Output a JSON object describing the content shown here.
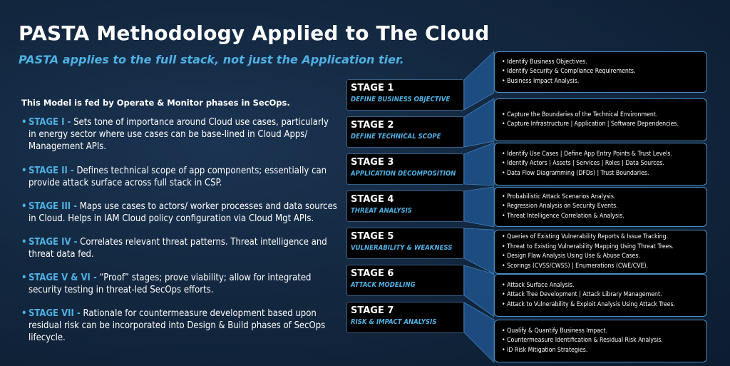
{
  "title": "PASTA Methodology Applied to The Cloud",
  "subtitle": "PASTA applies to the full stack, not just the Application tier.",
  "intro": "This Model is fed by Operate & Monitor phases in SecOps.",
  "bullets": [
    {
      "label": "STAGE I -",
      "text": " Sets tone of importance around Cloud use cases, particularly in energy sector where use cases can be base-lined in Cloud Apps/ Management APIs."
    },
    {
      "label": "STAGE II -",
      "text": " Defines technical scope of app components; essentially can provide attack surface across full stack in CSP."
    },
    {
      "label": "STAGE III -",
      "text": " Maps use cases to actors/ worker processes and data sources in Cloud.  Helps in IAM Cloud policy configuration via Cloud Mgt APIs."
    },
    {
      "label": "STAGE IV -",
      "text": " Correlates relevant threat patterns. Threat intelligence and threat data fed."
    },
    {
      "label": "STAGE V & VI -",
      "text": " “Proof” stages; prove viability; allow for integrated security testing in threat-led SecOps efforts."
    },
    {
      "label": "STAGE VII -",
      "text": " Rationale for countermeasure development based upon residual risk can be incorporated into Design & Build phases of SecOps lifecycle."
    }
  ],
  "stages": [
    {
      "label": "STAGE 1",
      "name": "DEFINE BUSINESS OBJECTIVE"
    },
    {
      "label": "STAGE 2",
      "name": "DEFINE TECHNICAL SCOPE"
    },
    {
      "label": "STAGE 3",
      "name": "APPLICATION DECOMPOSITION"
    },
    {
      "label": "STAGE 4",
      "name": "THREAT ANALYSIS"
    },
    {
      "label": "STAGE 5",
      "name": "VULNERABILITY & WEAKNESS"
    },
    {
      "label": "STAGE 6",
      "name": "ATTACK MODELING"
    },
    {
      "label": "STAGE 7",
      "name": "RISK & IMPACT ANALYSIS"
    }
  ],
  "details": [
    [
      "Identify Business Objectives.",
      "Identify Security & Compliance Requirements.",
      "Business Impact Analysis."
    ],
    [
      "Capture the Boundaries of the Technical Environment.",
      "Capture Infrastructure | Application | Software Dependencies."
    ],
    [
      "Identify Use Cases | Define App Entry Points & Trust Levels.",
      "Identify Actors | Assets | Services | Roles | Data Sources.",
      "Data Flow Diagramming (DFDs) | Trust Boundaries."
    ],
    [
      "Probabilistic Attack Scenarios Analysis.",
      "Regression Analysis on Security Events.",
      "Threat Intelligence Correlation & Analysis."
    ],
    [
      "Queries of Existing Vulnerability Reports & Issue Tracking.",
      "Threat to Existing Vulnerability Mapping Using Threat Trees.",
      "Design Flaw Analysis Using Use & Abuse Cases.",
      "Scorings (CVSS/CWSS) | Enumerations (CWE/CVE)."
    ],
    [
      "Attack Surface Analysis.",
      "Attack Tree Development | Attack Library Management.",
      "Attack to Vulnerability & Exploit Analysis Using Attack Trees."
    ],
    [
      "Qualify & Quantify Business Impact.",
      "Countermeasure Identification & Residual Risk Analysis.",
      "ID Risk Mitigation Strategies."
    ]
  ],
  "colors": {
    "background": "#132840",
    "accent": "#4fb0e3",
    "box": "#000000",
    "connector": "#1e4f86"
  }
}
